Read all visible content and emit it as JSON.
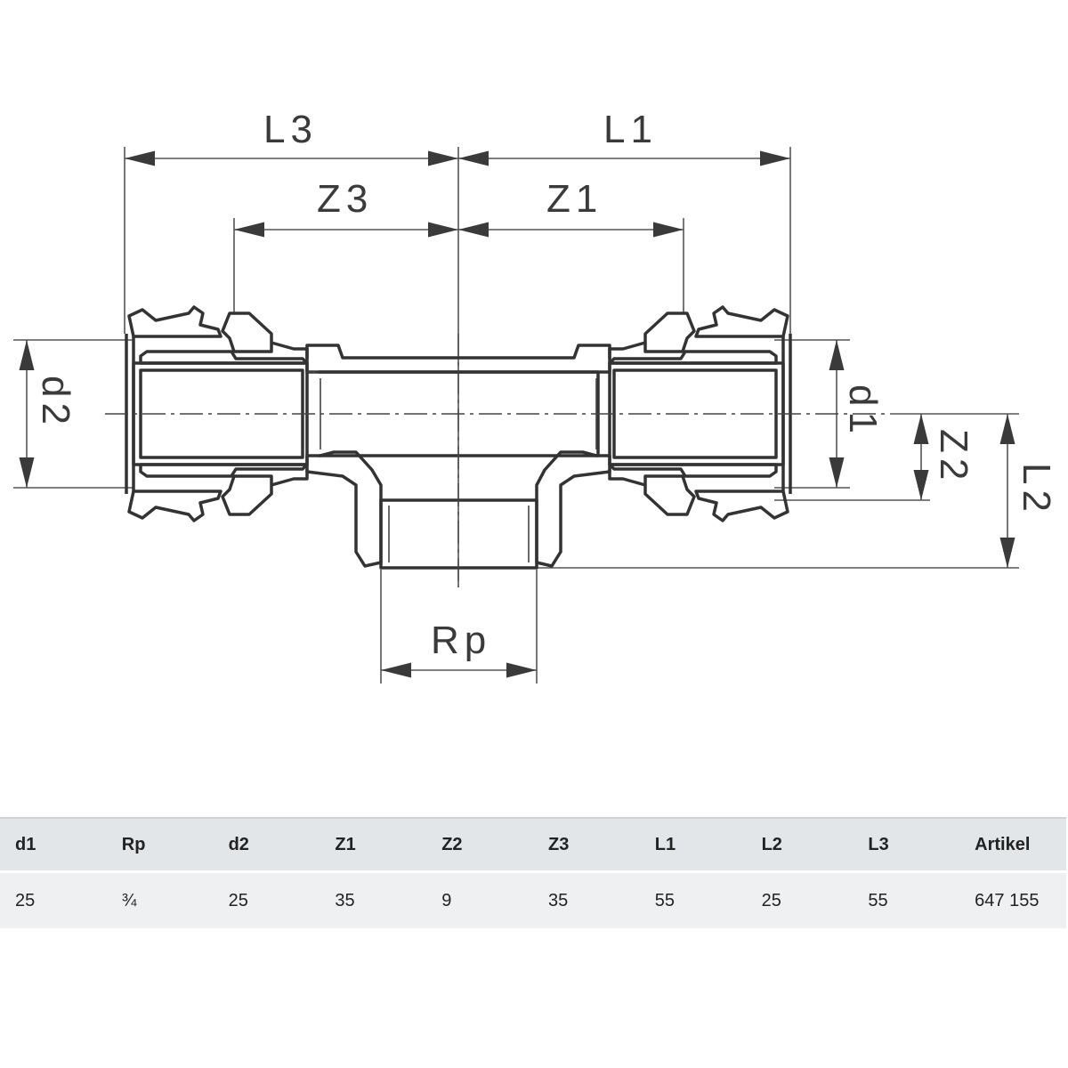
{
  "drawing": {
    "dimensions": {
      "L3": "L3",
      "L1": "L1",
      "Z3": "Z3",
      "Z1": "Z1",
      "d2": "d2",
      "d1": "d1",
      "Z2": "Z2",
      "L2": "L2",
      "Rp": "Rp"
    }
  },
  "table": {
    "headers": [
      "d1",
      "Rp",
      "d2",
      "Z1",
      "Z2",
      "Z3",
      "L1",
      "L2",
      "L3",
      "Artikel"
    ],
    "rows": [
      [
        "25",
        "¾",
        "25",
        "35",
        "9",
        "35",
        "55",
        "25",
        "55",
        "647 155"
      ]
    ]
  }
}
